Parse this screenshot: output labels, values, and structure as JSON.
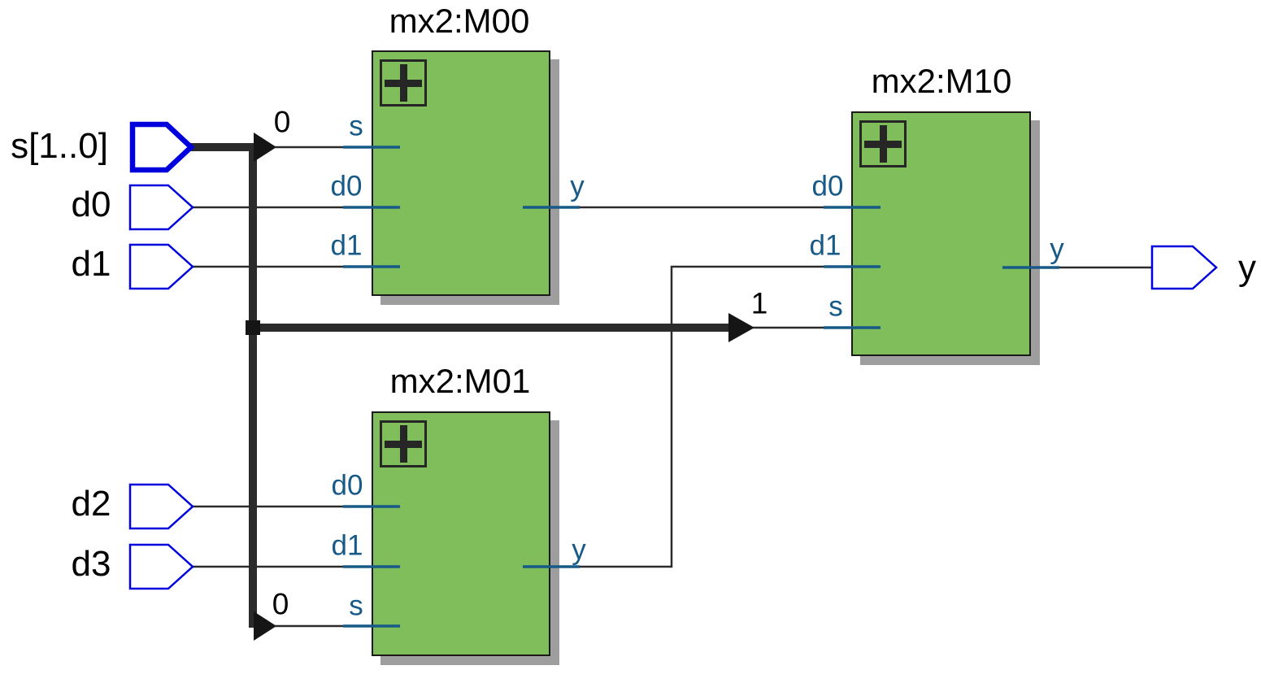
{
  "blocks": {
    "m00": {
      "title": "mx2:M00",
      "pins": {
        "s": "s",
        "d0": "d0",
        "d1": "d1",
        "y": "y"
      }
    },
    "m01": {
      "title": "mx2:M01",
      "pins": {
        "d0": "d0",
        "d1": "d1",
        "s": "s",
        "y": "y"
      }
    },
    "m10": {
      "title": "mx2:M10",
      "pins": {
        "d0": "d0",
        "d1": "d1",
        "s": "s",
        "y": "y"
      }
    }
  },
  "ports": {
    "inputs": {
      "s_bus": "s[1..0]",
      "d0": "d0",
      "d1": "d1",
      "d2": "d2",
      "d3": "d3"
    },
    "outputs": {
      "y": "y"
    }
  },
  "bus_taps": {
    "m00_s_bit": "0",
    "m10_s_bit": "1",
    "m01_s_bit": "0"
  },
  "icons": {
    "expand": "plus-icon"
  },
  "colors": {
    "block_fill": "#80BE5C",
    "block_border": "#1A1A1A",
    "block_shadow": "#9E9E9E",
    "pin_label_and_stub": "#175A87",
    "port_outline": "#0000DD",
    "wire": "#2B2B2B",
    "background": "#FFFFFF"
  }
}
